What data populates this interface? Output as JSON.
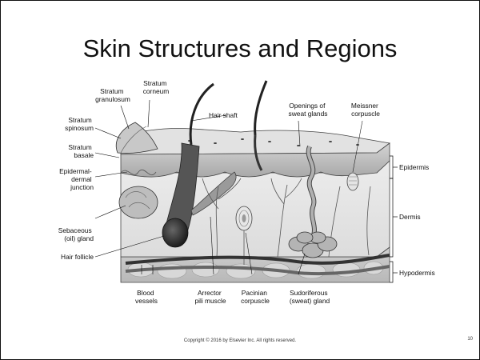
{
  "slide": {
    "title": "Skin Structures and Regions",
    "copyright": "Copyright © 2016 by Elsevier Inc. All rights reserved.",
    "page_number": "10"
  },
  "labels": {
    "stratum_corneum": [
      "Stratum",
      "corneum"
    ],
    "stratum_granulosum": [
      "Stratum",
      "granulosum"
    ],
    "stratum_spinosum": [
      "Stratum",
      "spinosum"
    ],
    "stratum_basale": [
      "Stratum",
      "basale"
    ],
    "epidermal_dermal_junction": [
      "Epidermal-",
      "dermal",
      "junction"
    ],
    "sebaceous_gland": [
      "Sebaceous",
      "(oil) gland"
    ],
    "hair_follicle": [
      "Hair follicle"
    ],
    "hair_shaft": [
      "Hair shaft"
    ],
    "openings_sweat_glands": [
      "Openings of",
      "sweat glands"
    ],
    "meissner_corpuscle": [
      "Meissner",
      "corpuscle"
    ],
    "epidermis": [
      "Epidermis"
    ],
    "dermis": [
      "Dermis"
    ],
    "hypodermis": [
      "Hypodermis"
    ],
    "blood_vessels": [
      "Blood",
      "vessels"
    ],
    "arrector_pili": [
      "Arrector",
      "pili muscle"
    ],
    "pacinian_corpuscle": [
      "Pacinian",
      "corpuscle"
    ],
    "sudoriferous_gland": [
      "Sudoriferous",
      "(sweat) gland"
    ]
  }
}
